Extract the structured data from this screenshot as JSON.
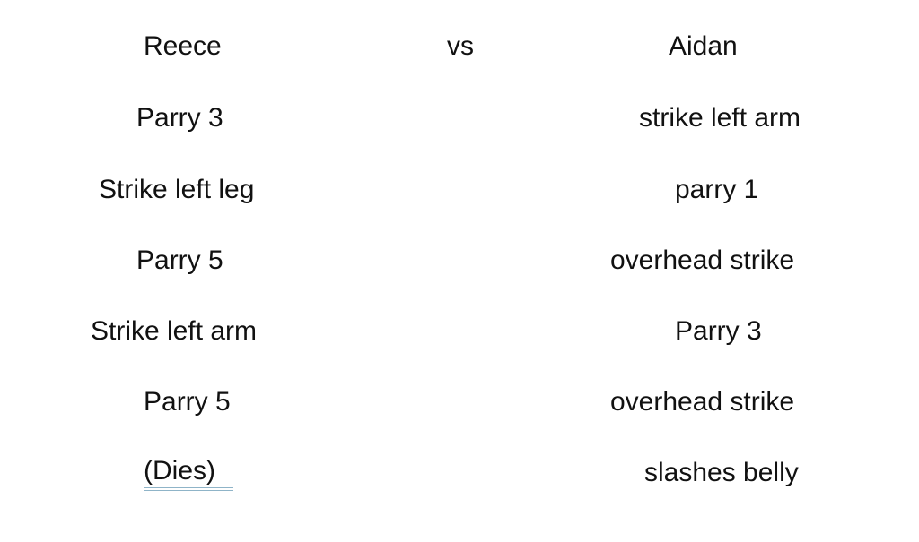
{
  "header": {
    "left": "Reece",
    "middle": "vs",
    "right": "Aidan"
  },
  "moves": [
    {
      "left": "Parry 3",
      "right": "strike left arm"
    },
    {
      "left": "Strike left leg",
      "right": "parry 1"
    },
    {
      "left": "Parry 5",
      "right": "overhead strike"
    },
    {
      "left": "Strike left arm",
      "right": "Parry 3"
    },
    {
      "left": "Parry 5",
      "right": "overhead strike"
    },
    {
      "left": "(Dies)",
      "right": "slashes belly"
    }
  ]
}
